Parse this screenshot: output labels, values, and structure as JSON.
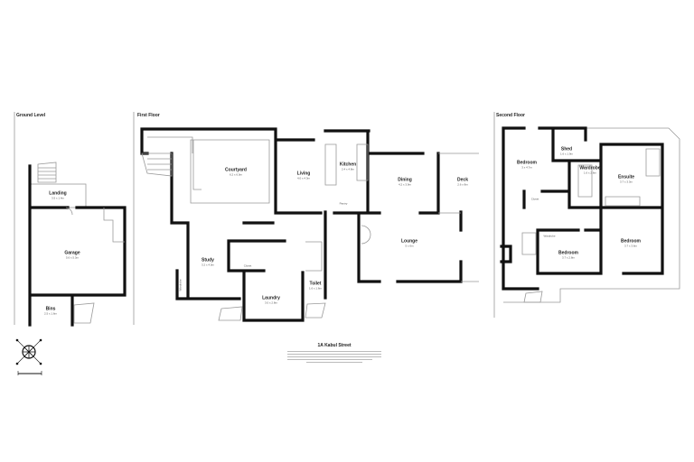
{
  "panels": {
    "ground": {
      "title": "Ground Level"
    },
    "first": {
      "title": "First Floor"
    },
    "second": {
      "title": "Second Floor"
    }
  },
  "rooms": {
    "landing": {
      "name": "Landing",
      "dims": "3.5 x 1.4m"
    },
    "garage": {
      "name": "Garage",
      "dims": "5.6 x 5.3m"
    },
    "bins": {
      "name": "Bins",
      "dims": "2.5 x 1.6m"
    },
    "courtyard": {
      "name": "Courtyard",
      "dims": "6.2 x 6.0m"
    },
    "living": {
      "name": "Living",
      "dims": "4.0 x 4.3m"
    },
    "kitchen": {
      "name": "Kitchen",
      "dims": "2.4 x 4.8m"
    },
    "dining": {
      "name": "Dining",
      "dims": "4.2 x 3.9m"
    },
    "deck": {
      "name": "Deck",
      "dims": "2.6 x 8m"
    },
    "lounge": {
      "name": "Lounge",
      "dims": "5 x 6m"
    },
    "study": {
      "name": "Study",
      "dims": "3.2 x 4.0m"
    },
    "closet1": {
      "name": "Closet"
    },
    "laundry": {
      "name": "Laundry",
      "dims": "3.0 x 2.8m"
    },
    "toilet": {
      "name": "Toilet",
      "dims": "1.6 x 1.6m"
    },
    "wardrobe1": {
      "name": "Wardrobe"
    },
    "pantry": {
      "name": "Pantry"
    },
    "bedroom1": {
      "name": "Bedroom",
      "dims": "3 x 4.7m"
    },
    "shed": {
      "name": "Shed",
      "dims": "1.6 x 1.9m"
    },
    "wardrobe2": {
      "name": "Wardrobe",
      "dims": "1.6 x 2.6m"
    },
    "ensuite": {
      "name": "Ensuite",
      "dims": "3.7 x 3.3m"
    },
    "closet2": {
      "name": "Closet"
    },
    "bedroom2": {
      "name": "Bedroom",
      "dims": "3.7 x 2.8m"
    },
    "bedroom3": {
      "name": "Bedroom",
      "dims": "3.7 x 3.6m"
    },
    "wardrobe3": {
      "name": "Wardrobe"
    }
  },
  "address": "1A Kabul Street",
  "compass": {
    "icon": "compass-rose-icon"
  }
}
